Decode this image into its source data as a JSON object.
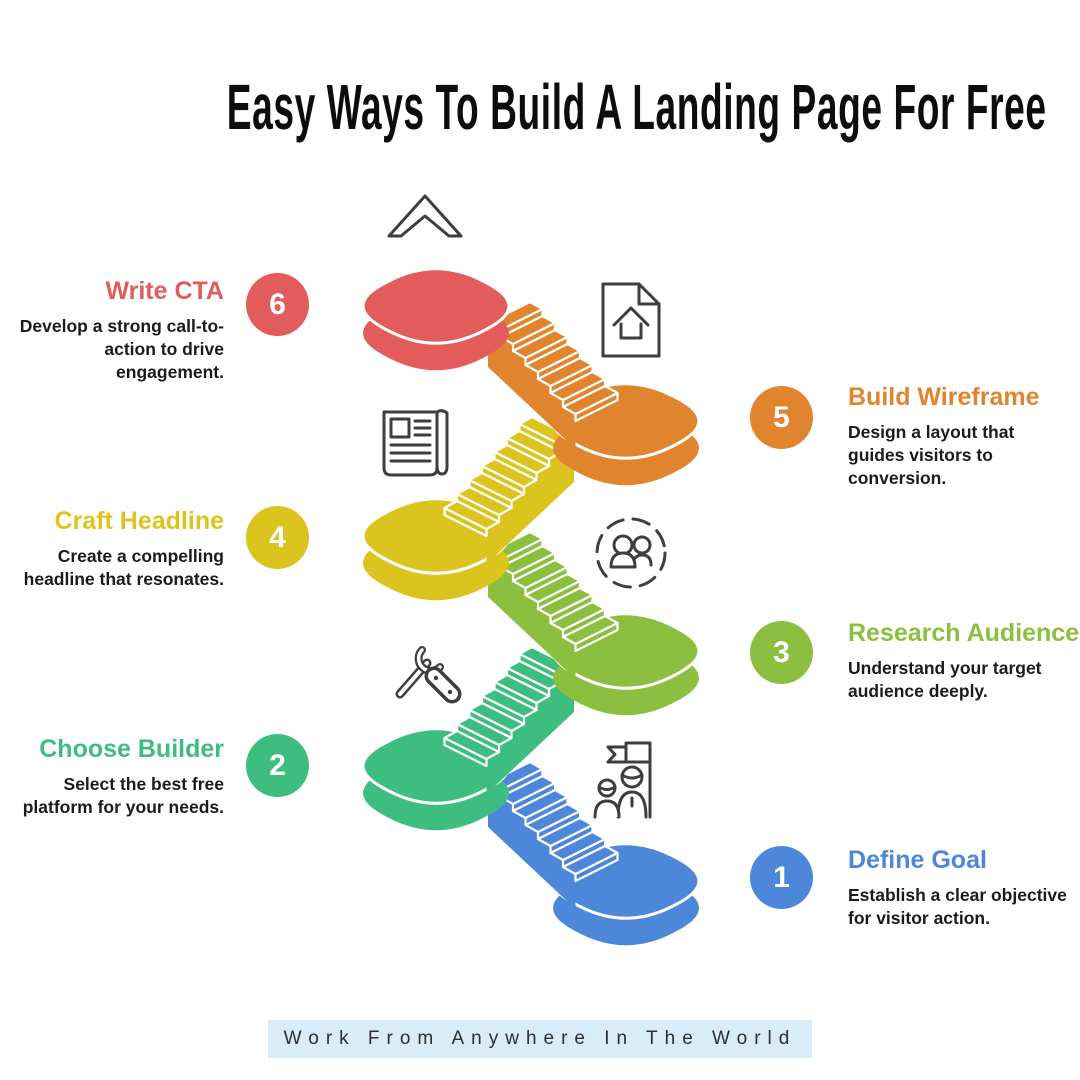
{
  "page": {
    "title": "Easy Ways To Build A Landing Page For Free",
    "footer": "Work From Anywhere In The World"
  },
  "colors": {
    "background": "#ffffff",
    "icon_stroke": "#3e3e3e",
    "body_text": "#1b1b1b",
    "footer_highlight": "#d9ecfa"
  },
  "steps": [
    {
      "number": "1",
      "title": "Define Goal",
      "description": "Establish a clear objective\nfor visitor action.",
      "color": "#4d87d9",
      "side": "right",
      "icon": "goal-flag-icon"
    },
    {
      "number": "2",
      "title": "Choose Builder",
      "description": "Select the best free\nplatform for your needs.",
      "color": "#3ebd80",
      "side": "left",
      "icon": "tools-icon"
    },
    {
      "number": "3",
      "title": "Research Audience",
      "description": "Understand your target\naudience deeply.",
      "color": "#8cbe3f",
      "side": "right",
      "icon": "audience-circle-icon"
    },
    {
      "number": "4",
      "title": "Craft Headline",
      "description": "Create a compelling\nheadline that resonates.",
      "color": "#dcc41e",
      "side": "left",
      "icon": "newspaper-icon"
    },
    {
      "number": "5",
      "title": "Build Wireframe",
      "description": "Design a layout that\nguides visitors to\nconversion.",
      "color": "#e0852e",
      "side": "right",
      "icon": "landing-page-document-icon"
    },
    {
      "number": "6",
      "title": "Write CTA",
      "description": "Develop a strong call-to-\naction to drive\nengagement.",
      "color": "#e25c5c",
      "side": "left",
      "icon": "chevron-up-icon"
    }
  ]
}
